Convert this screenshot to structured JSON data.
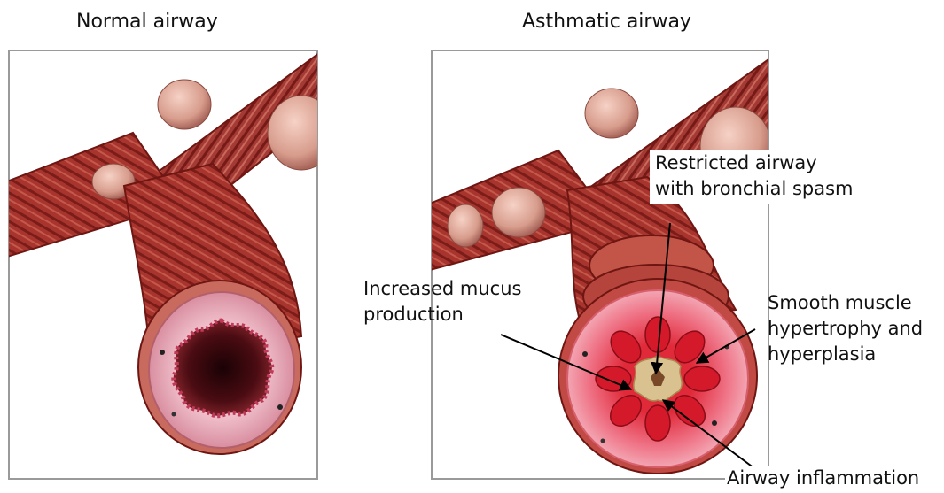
{
  "panels": {
    "normal": {
      "title": "Normal airway"
    },
    "asthmatic": {
      "title": "Asthmatic airway"
    }
  },
  "annotations": {
    "restricted": {
      "line1": "Restricted airway",
      "line2": "with bronchial spasm"
    },
    "mucus": {
      "line1": "Increased mucus",
      "line2": "production"
    },
    "muscle": {
      "line1": "Smooth muscle",
      "line2": "hypertrophy and",
      "line3": "hyperplasia"
    },
    "inflammation": {
      "line1": "Airway inflammation"
    }
  },
  "colors": {
    "muscle_dark": "#8e2420",
    "muscle_mid": "#b4443c",
    "muscle_light": "#d98a7c",
    "mucosa_pink": "#e7a7b4",
    "lumen_dark": "#3a0a0e",
    "inflamed_red": "#e0202e",
    "mucus_tan": "#d9c28f",
    "frame": "#9a9a9a"
  }
}
